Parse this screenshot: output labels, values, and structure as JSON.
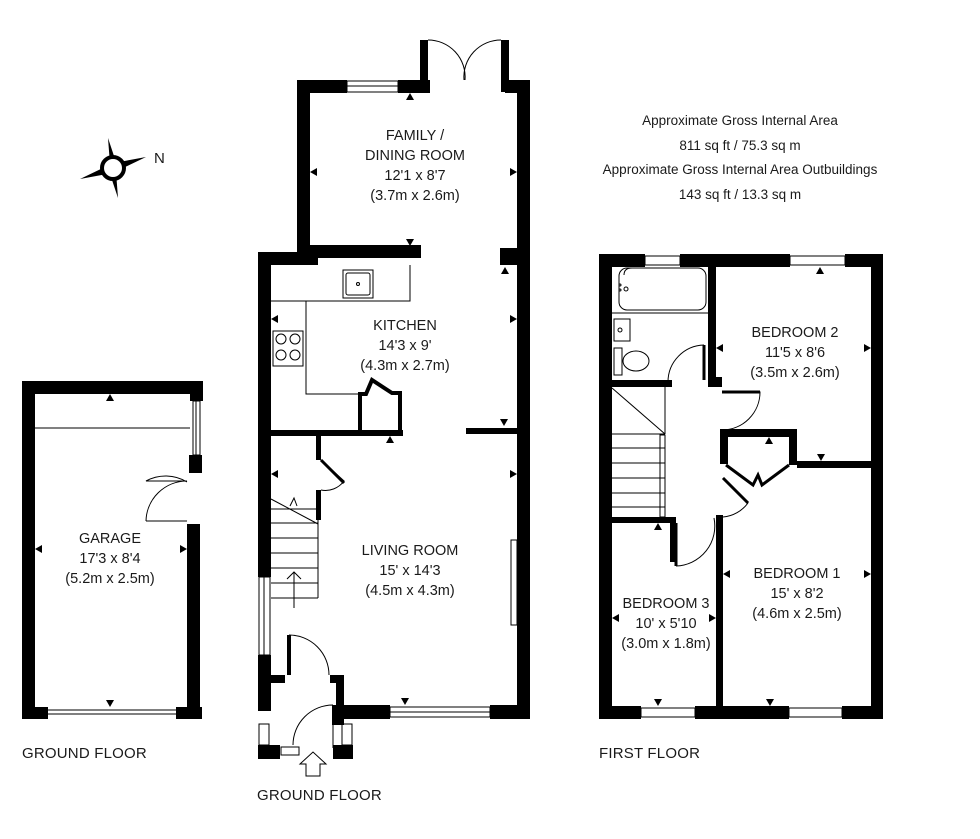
{
  "summary": {
    "gross_internal_area_label": "Approximate Gross Internal Area",
    "gross_internal_area_value": "811 sq ft / 75.3 sq m",
    "outbuildings_area_label": "Approximate Gross Internal Area Outbuildings",
    "outbuildings_area_value": "143 sq ft / 13.3 sq m"
  },
  "compass": {
    "icon": "compass-rose-icon",
    "north_label": "N"
  },
  "floors": {
    "garage_floor_label": "GROUND FLOOR",
    "main_ground_floor_label": "GROUND FLOOR",
    "first_floor_label": "FIRST FLOOR"
  },
  "rooms": {
    "family_dining": {
      "name_line1": "FAMILY /",
      "name_line2": "DINING ROOM",
      "imperial": "12'1 x 8'7",
      "metric": "(3.7m x 2.6m)"
    },
    "kitchen": {
      "name": "KITCHEN",
      "imperial": "14'3 x 9'",
      "metric": "(4.3m x 2.7m)"
    },
    "living_room": {
      "name": "LIVING ROOM",
      "imperial": "15' x 14'3",
      "metric": "(4.5m x 4.3m)"
    },
    "garage": {
      "name": "GARAGE",
      "imperial": "17'3 x 8'4",
      "metric": "(5.2m x 2.5m)"
    },
    "bedroom_1": {
      "name": "BEDROOM 1",
      "imperial": "15' x 8'2",
      "metric": "(4.6m x 2.5m)"
    },
    "bedroom_2": {
      "name": "BEDROOM 2",
      "imperial": "11'5 x 8'6",
      "metric": "(3.5m x 2.6m)"
    },
    "bedroom_3": {
      "name": "BEDROOM 3",
      "imperial": "10' x 5'10",
      "metric": "(3.0m x 1.8m)"
    }
  },
  "colors": {
    "wall": "#000000",
    "background": "#ffffff",
    "text": "#1a1a1a"
  }
}
